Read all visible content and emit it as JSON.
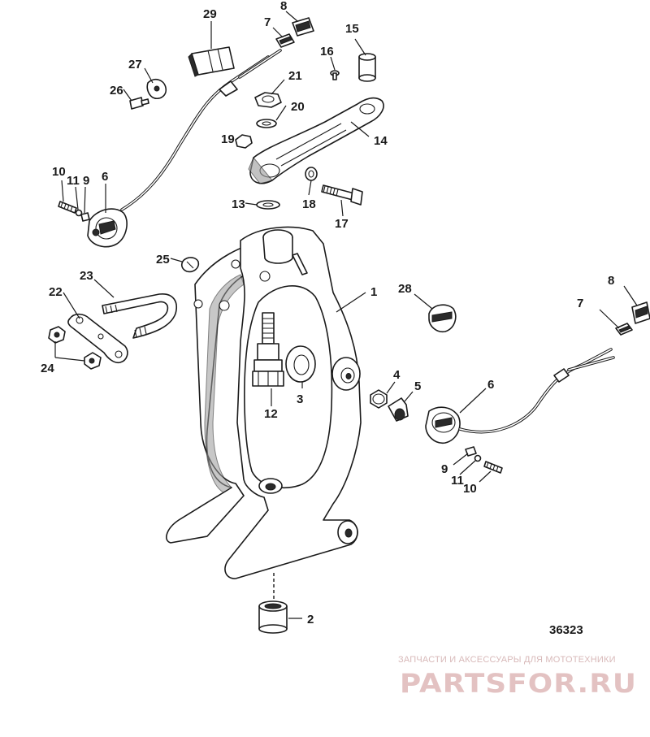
{
  "diagram": {
    "callouts": {
      "c1": "1",
      "c2": "2",
      "c3": "3",
      "c4": "4",
      "c5": "5",
      "c6a": "6",
      "c6b": "6",
      "c7a": "7",
      "c7b": "7",
      "c8a": "8",
      "c8b": "8",
      "c9a": "9",
      "c9b": "9",
      "c10a": "10",
      "c10b": "10",
      "c11a": "11",
      "c11b": "11",
      "c12": "12",
      "c13": "13",
      "c14": "14",
      "c15": "15",
      "c16": "16",
      "c17": "17",
      "c18": "18",
      "c19": "19",
      "c20": "20",
      "c21": "21",
      "c22": "22",
      "c23": "23",
      "c24": "24",
      "c25": "25",
      "c26": "26",
      "c27": "27",
      "c28": "28",
      "c29": "29"
    },
    "drawing_number": "36323"
  },
  "watermark": {
    "tagline": "ЗАПЧАСТИ И АКСЕССУАРЫ ДЛЯ МОТОТЕХНИКИ",
    "logo_text": "PARTSFOR.RU",
    "color": "#e3c2c2"
  }
}
